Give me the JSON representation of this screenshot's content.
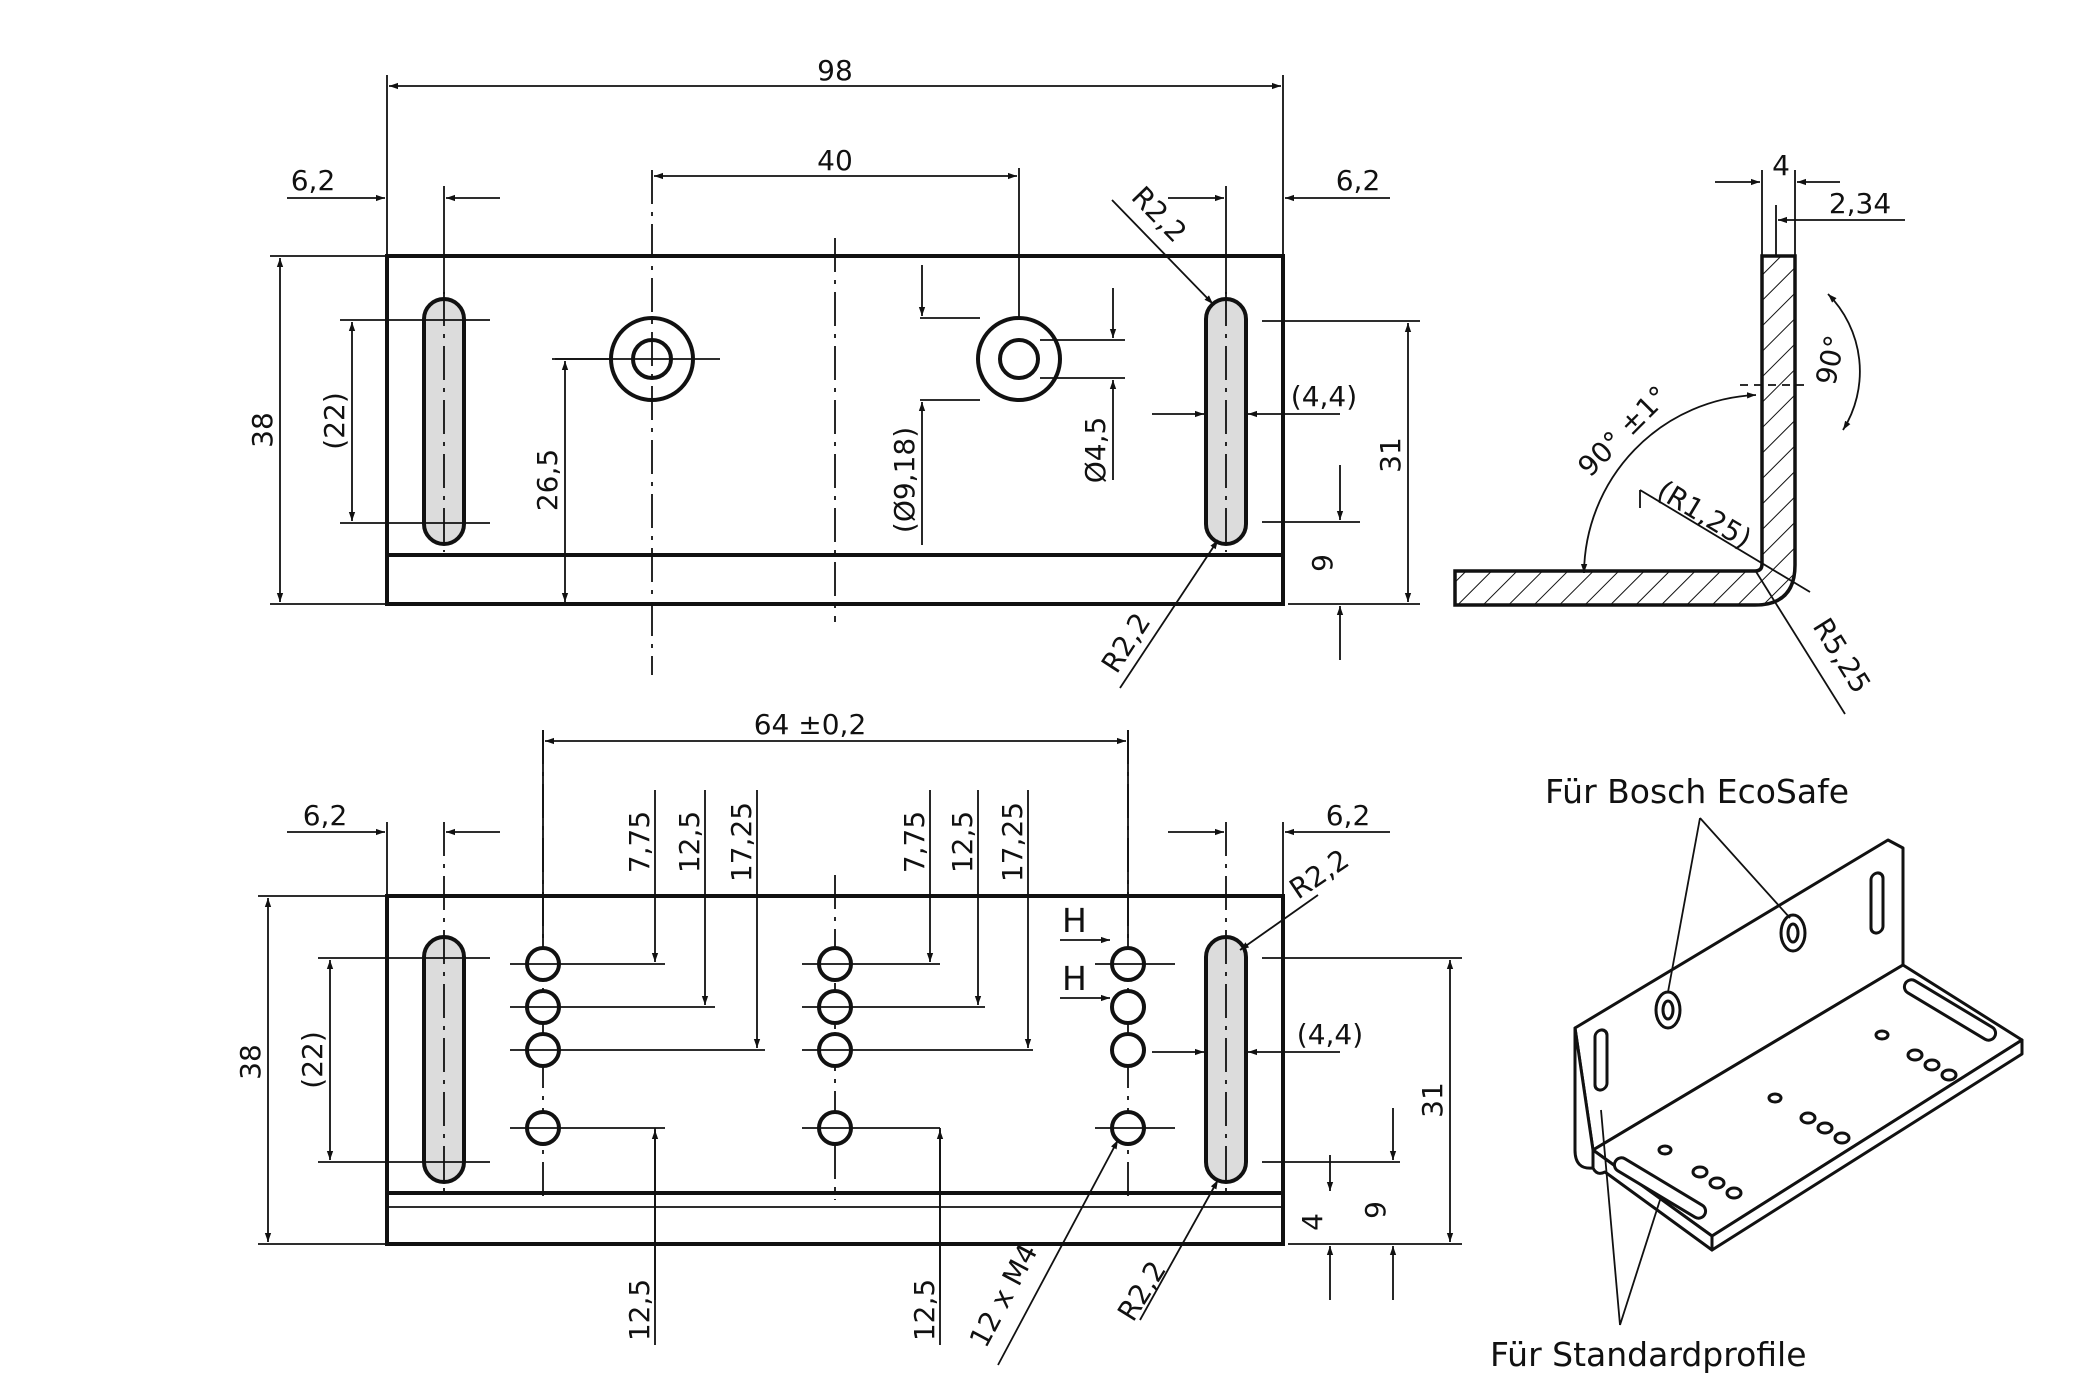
{
  "top_view": {
    "overall_width": "98",
    "hole_spacing": "40",
    "edge_offset_left": "6,2",
    "edge_offset_right": "6,2",
    "height": "38",
    "slot_length": "(22)",
    "hole_height": "26,5",
    "counterbore_dia": "(Ø9,18)",
    "hole_dia": "Ø4,5",
    "slot_radius_top": "R2,2",
    "slot_radius_bottom": "R2,2",
    "slot_width": "(4,4)",
    "slot_span": "31",
    "flange": "9"
  },
  "section_view": {
    "thickness": "4",
    "offset": "2,34",
    "angle_outer": "90° ±1°",
    "angle_inner": "90°",
    "inner_radius": "(R1,25)",
    "outer_radius": "R5,25"
  },
  "bottom_view": {
    "hole_spacing": "64 ±0,2",
    "edge_offset_left": "6,2",
    "edge_offset_right": "6,2",
    "height": "38",
    "slot_length": "(22)",
    "row1": "7,75",
    "row2": "12,5",
    "row3": "17,25",
    "row1_b": "7,75",
    "row2_b": "12,5",
    "row3_b": "17,25",
    "bottom_row": "12,5",
    "bottom_row_b": "12,5",
    "thread_spec": "12 x M4",
    "slot_radius_top": "R2,2",
    "slot_radius_bottom": "R2,2",
    "slot_width": "(4,4)",
    "slot_span": "31",
    "flange": "9",
    "thickness": "4",
    "marker_1": "H",
    "marker_2": "H"
  },
  "iso_view": {
    "label_top": "Für Bosch EcoSafe",
    "label_bottom": "Für Standardprofile"
  }
}
